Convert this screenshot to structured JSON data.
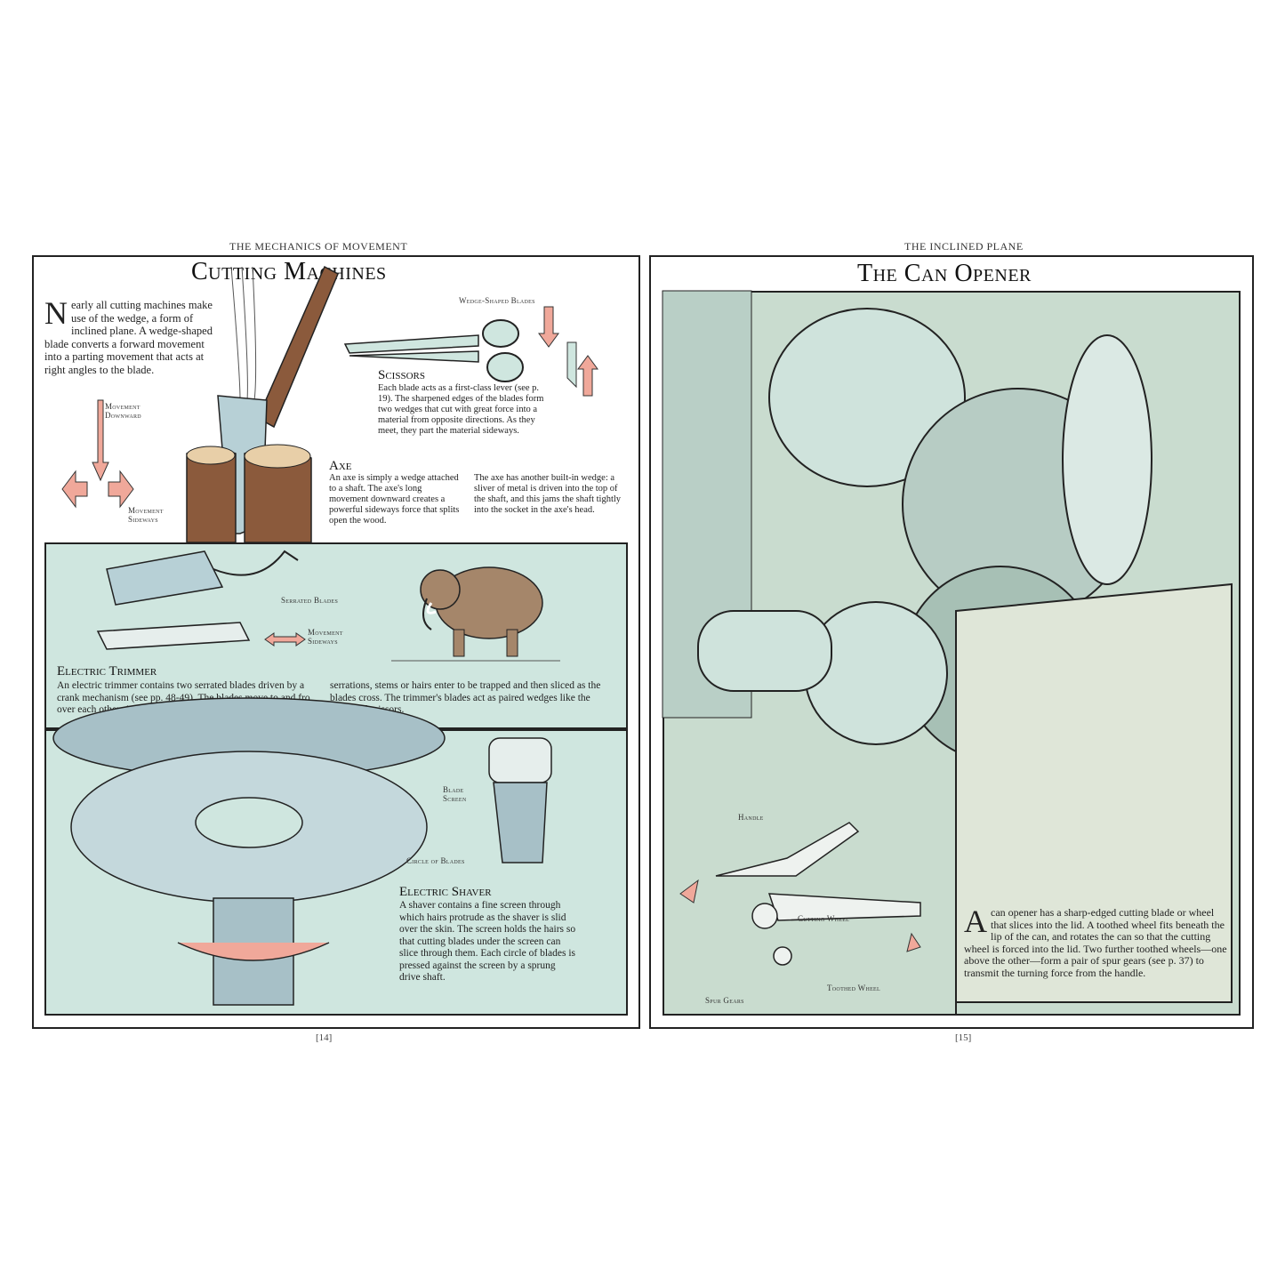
{
  "left_page": {
    "running_head": "The Mechanics of Movement",
    "title": "Cutting Machines",
    "intro_dropcap": "N",
    "intro": "early all cutting machines make use of the wedge, a form of inclined plane. A wedge-shaped blade converts a forward movement into a parting movement that acts at right angles to the blade.",
    "labels": {
      "movement_downward": "Movement Downward",
      "movement_sideways": "Movement Sideways",
      "wedge_shaped_blades": "Wedge-Shaped Blades",
      "serrated_blades": "Serrated Blades",
      "movement_sideways_2": "Movement Sideways",
      "blade_screen": "Blade Screen",
      "circle_of_blades": "Circle of Blades"
    },
    "scissors": {
      "heading": "Scissors",
      "text": "Each blade acts as a first-class lever (see p. 19). The sharpened edges of the blades form two wedges that cut with great force into a material from opposite directions. As they meet, they part the material sideways."
    },
    "axe": {
      "heading": "Axe",
      "text_1": "An axe is simply a wedge attached to a shaft. The axe's long movement downward creates a powerful sideways force that splits open the wood.",
      "text_2": "The axe has another built-in wedge: a sliver of metal is driven into the top of the shaft, and this jams the shaft tightly into the socket in the axe's head."
    },
    "trimmer": {
      "heading": "Electric Trimmer",
      "text_1": "An electric trimmer contains two serrated blades driven by a crank mechanism (see pp. 48-49). The blades move to and fro over each other. As gaps open between the",
      "text_2": "serrations, stems or hairs enter to be trapped and then sliced as the blades cross. The trimmer's blades act as paired wedges like the blades of scissors."
    },
    "shaver": {
      "heading": "Electric Shaver",
      "text": "A shaver contains a fine screen through which hairs protrude as the shaver is slid over the skin. The screen holds the hairs so that cutting blades under the screen can slice through them. Each circle of blades is pressed against the screen by a sprung drive shaft."
    },
    "page_number": "[14]"
  },
  "right_page": {
    "running_head": "The Inclined Plane",
    "title": "The Can Opener",
    "labels": {
      "handle": "Handle",
      "cutting_wheel": "Cutting Wheel",
      "toothed_wheel": "Toothed Wheel",
      "spur_gears": "Spur Gears"
    },
    "caption_dropcap": "A",
    "caption": " can opener has a sharp-edged cutting blade or wheel that slices into the lid. A toothed wheel fits beneath the lip of the can, and rotates the can so that the cutting wheel is forced into the lid. Two further toothed wheels—one above the other—form a pair of spur gears (see p. 37) to transmit the turning force from the handle.",
    "page_number": "[15]"
  },
  "colors": {
    "panel_blue": "#cfe6df",
    "arrow_pink": "#f0a89a",
    "wood": "#8b5a3c",
    "can_green": "#c9dccf"
  }
}
